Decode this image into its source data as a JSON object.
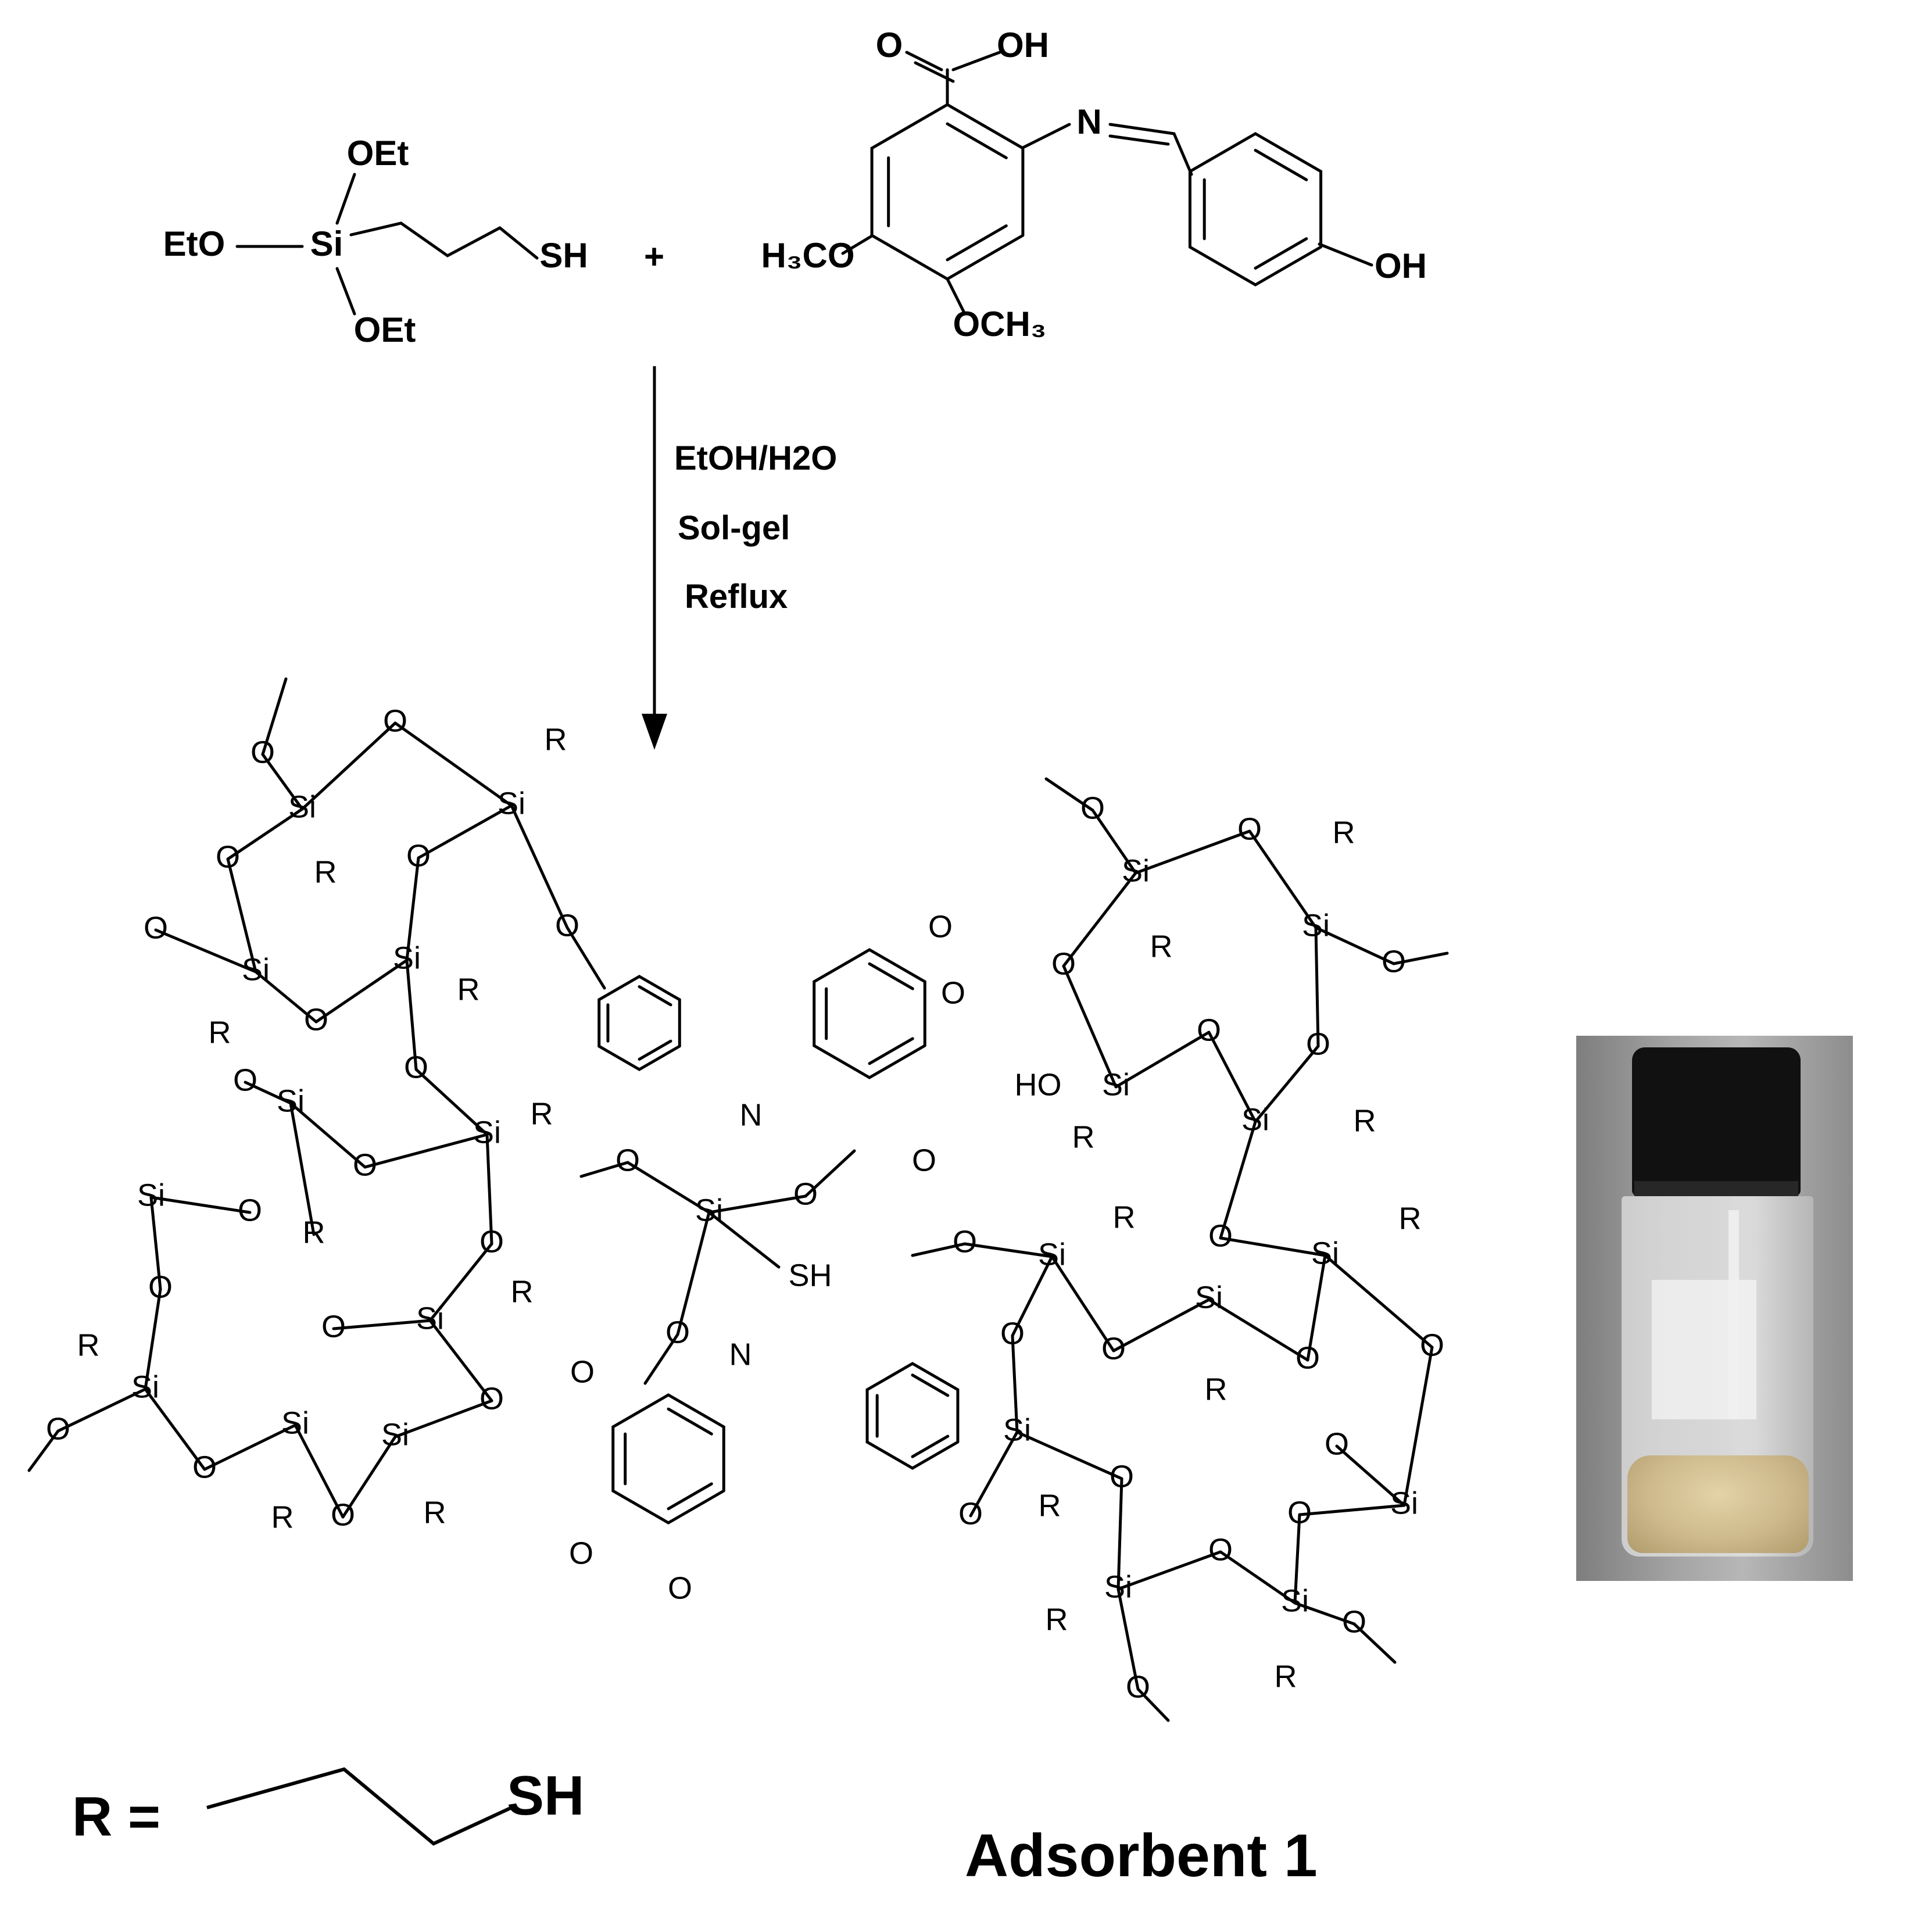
{
  "reactant_silane": {
    "groups": [
      "OEt",
      "EtO",
      "OEt",
      "SH"
    ],
    "center": "Si"
  },
  "plus_sign": "+",
  "reactant_schiff_base": {
    "groups": [
      "O",
      "OH",
      "N",
      "H₃CO",
      "OCH₃",
      "OH"
    ]
  },
  "conditions": [
    "EtOH/H2O",
    "Sol-gel",
    "Reflux"
  ],
  "network_labels": {
    "si": "Si",
    "o": "O",
    "r": "R",
    "sh": "SH",
    "n": "N",
    "ho": "HO"
  },
  "r_definition": {
    "label": "R =",
    "terminal": "SH"
  },
  "product_title": "Adsorbent 1",
  "vial_photo": {
    "cap_color": "#111111",
    "powder_color": "#cdb98c"
  }
}
